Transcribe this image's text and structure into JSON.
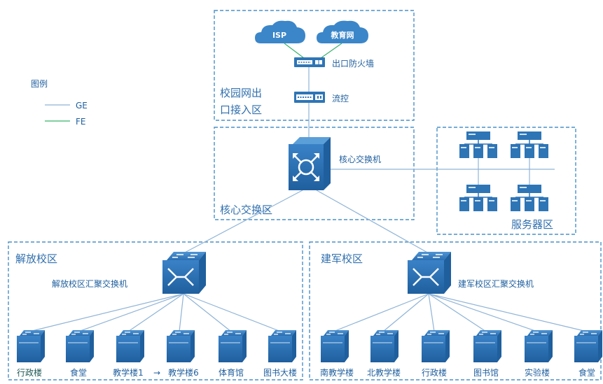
{
  "legend": {
    "title": "图例",
    "items": [
      {
        "label": "GE",
        "color": "#8fb4d8"
      },
      {
        "label": "FE",
        "color": "#37b36b"
      }
    ]
  },
  "colors": {
    "zone_border": "#4a90c8",
    "device_fill": "#2e75b6",
    "link_ge": "#8fb4d8",
    "link_fe": "#37b36b",
    "text": "#1f5f9e"
  },
  "internet": {
    "clouds": [
      "ISP",
      "教育网"
    ],
    "firewall": "出口防火墙",
    "flow_control": "流控",
    "zone": "校园网出口接入区",
    "zone_line1": "校园网出",
    "zone_line2": "口接入区"
  },
  "core": {
    "switch": "核心交换机",
    "zone": "核心交换区"
  },
  "servers": {
    "zone": "服务器区",
    "count": 4,
    "icon": "server-rack-icon"
  },
  "campus_jiefang": {
    "zone": "解放校区",
    "aggregation": "解放校区汇聚交换机",
    "buildings": [
      "行政楼",
      "食堂",
      "教学楼1→教学楼6",
      "体育馆",
      "图书大楼"
    ],
    "building_display": [
      "行政楼",
      "食堂",
      "教学楼1",
      "→",
      "教学楼6",
      "体育馆",
      "图书大楼"
    ]
  },
  "campus_jianjun": {
    "zone": "建军校区",
    "aggregation": "建军校区汇聚交换机",
    "buildings": [
      "南教学楼",
      "北教学楼",
      "行政楼",
      "图书馆",
      "实验楼",
      "食堂"
    ]
  }
}
